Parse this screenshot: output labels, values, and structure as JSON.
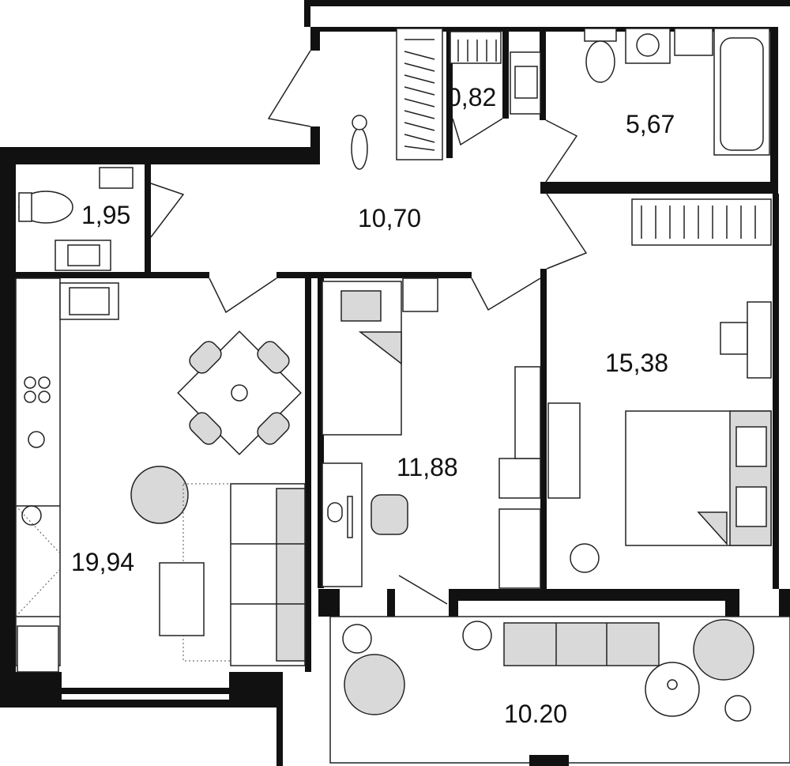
{
  "rooms": [
    {
      "id": "storage",
      "area": "0,82"
    },
    {
      "id": "bathroom",
      "area": "5,67"
    },
    {
      "id": "wc",
      "area": "1,95"
    },
    {
      "id": "hallway",
      "area": "10,70"
    },
    {
      "id": "bedroom",
      "area": "15,38"
    },
    {
      "id": "kids-room",
      "area": "11,88"
    },
    {
      "id": "kitchen-living",
      "area": "19,94"
    },
    {
      "id": "balcony",
      "area": "10.20"
    }
  ],
  "colors": {
    "wall": "#111111",
    "furniture_fill": "#d9d9d9",
    "background": "#ffffff"
  }
}
